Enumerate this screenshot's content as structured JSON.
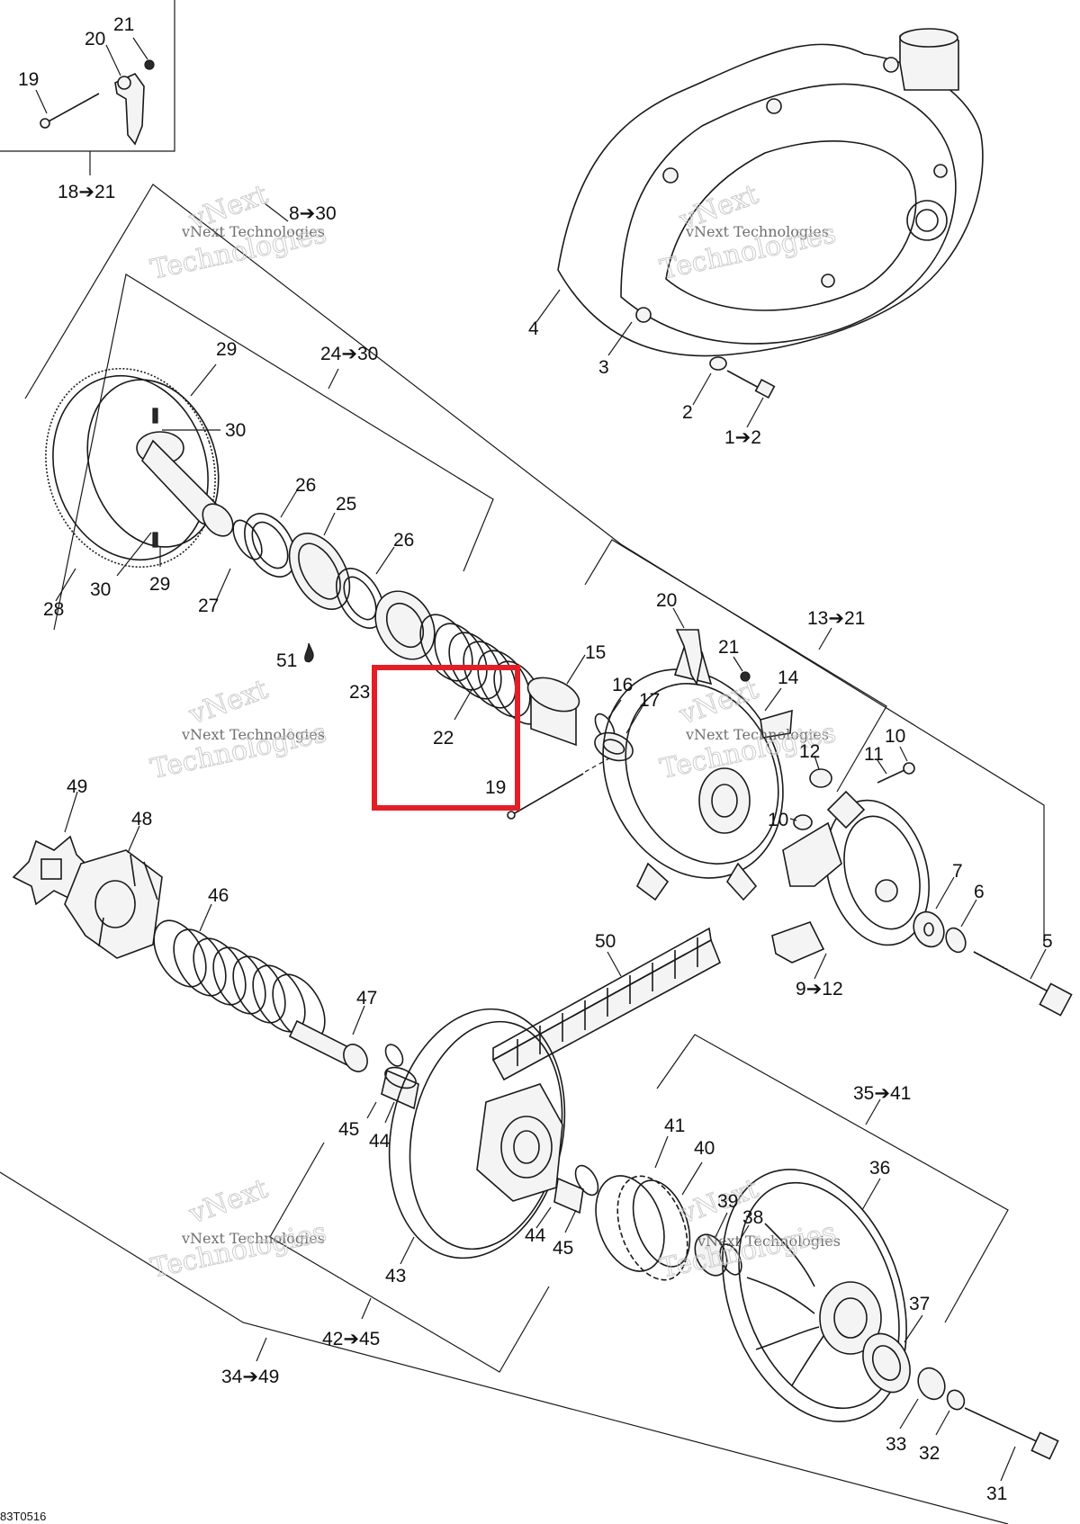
{
  "callouts": {
    "c_21_top": "21",
    "c_20_top": "20",
    "c_19_top": "19",
    "c_18_21": "18➔21",
    "c_8_30": "8➔30",
    "c_4": "4",
    "c_3": "3",
    "c_2": "2",
    "c_1_2": "1➔2",
    "c_29_a": "29",
    "c_30_a": "30",
    "c_24_30": "24➔30",
    "c_26_a": "26",
    "c_25": "25",
    "c_26_b": "26",
    "c_28": "28",
    "c_30_b": "30",
    "c_29_b": "29",
    "c_27": "27",
    "c_51": "51",
    "c_23": "23",
    "c_22": "22",
    "c_19_mid": "19",
    "c_15": "15",
    "c_16": "16",
    "c_17": "17",
    "c_20_mid": "20",
    "c_21_mid": "21",
    "c_13_21": "13➔21",
    "c_14": "14",
    "c_12": "12",
    "c_10_a": "10",
    "c_11": "11",
    "c_10_b": "10",
    "c_7": "7",
    "c_6": "6",
    "c_5": "5",
    "c_9_12": "9➔12",
    "c_49": "49",
    "c_48": "48",
    "c_46": "46",
    "c_50": "50",
    "c_47": "47",
    "c_45_a": "45",
    "c_44_a": "44",
    "c_35_41": "35➔41",
    "c_41": "41",
    "c_40": "40",
    "c_36": "36",
    "c_39": "39",
    "c_38": "38",
    "c_44_b": "44",
    "c_45_b": "45",
    "c_43": "43",
    "c_37": "37",
    "c_42_45": "42➔45",
    "c_34_49": "34➔49",
    "c_33": "33",
    "c_32": "32",
    "c_31": "31"
  },
  "watermark": {
    "line1": "vNext",
    "line2": "vNext Technologies",
    "line3": "Technologies"
  },
  "image_code": "83T0516",
  "highlight_color": "#e41e26"
}
